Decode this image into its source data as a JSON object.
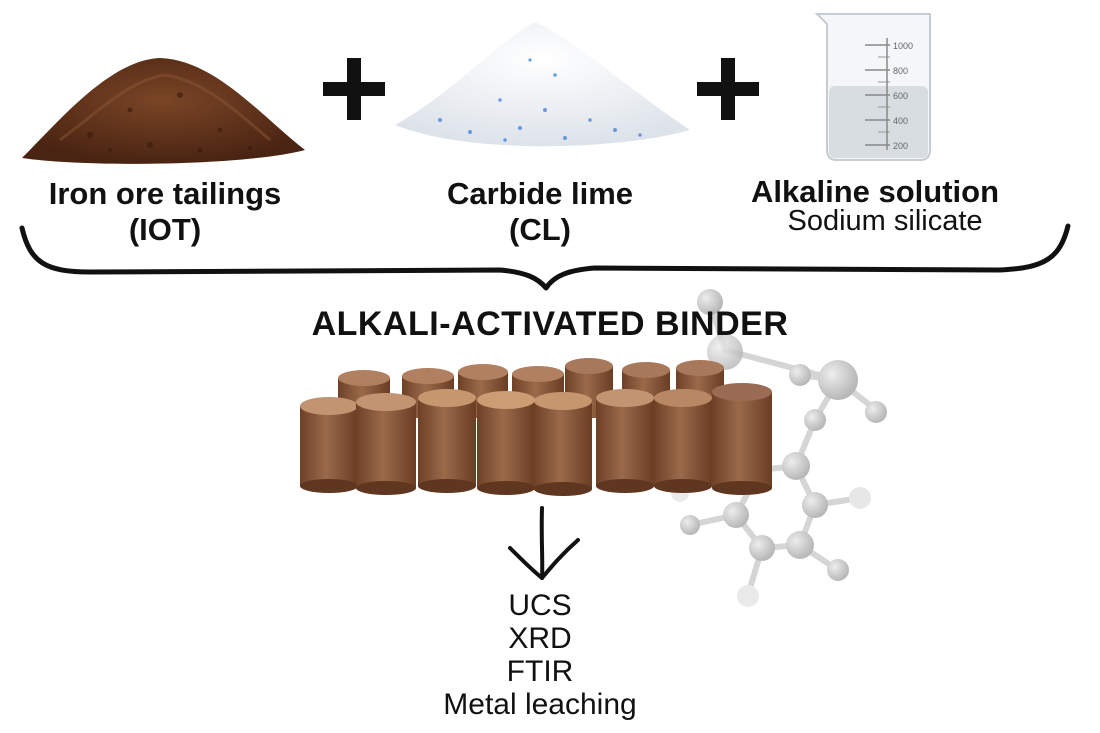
{
  "inputs": [
    {
      "name": "Iron ore tailings",
      "abbr": "(IOT)",
      "icon": "soil-pile-icon"
    },
    {
      "name": "Carbide lime",
      "abbr": "(CL)",
      "icon": "white-powder-pile-icon"
    },
    {
      "name": "Alkaline solution",
      "detail": "Sodium silicate",
      "icon": "beaker-icon"
    }
  ],
  "operators": [
    "+",
    "+"
  ],
  "beaker_scale": [
    "1000",
    "800",
    "600",
    "400",
    "200"
  ],
  "product": {
    "title": "ALKALI-ACTIVATED BINDER",
    "icon": "cylindrical-specimens-icon"
  },
  "tests": [
    "UCS",
    "XRD",
    "FTIR",
    "Metal leaching"
  ],
  "colors": {
    "soil": "#5b3018",
    "specimen": "#8a5a3c",
    "molecule": "#b8b8b8",
    "text": "#111111"
  }
}
